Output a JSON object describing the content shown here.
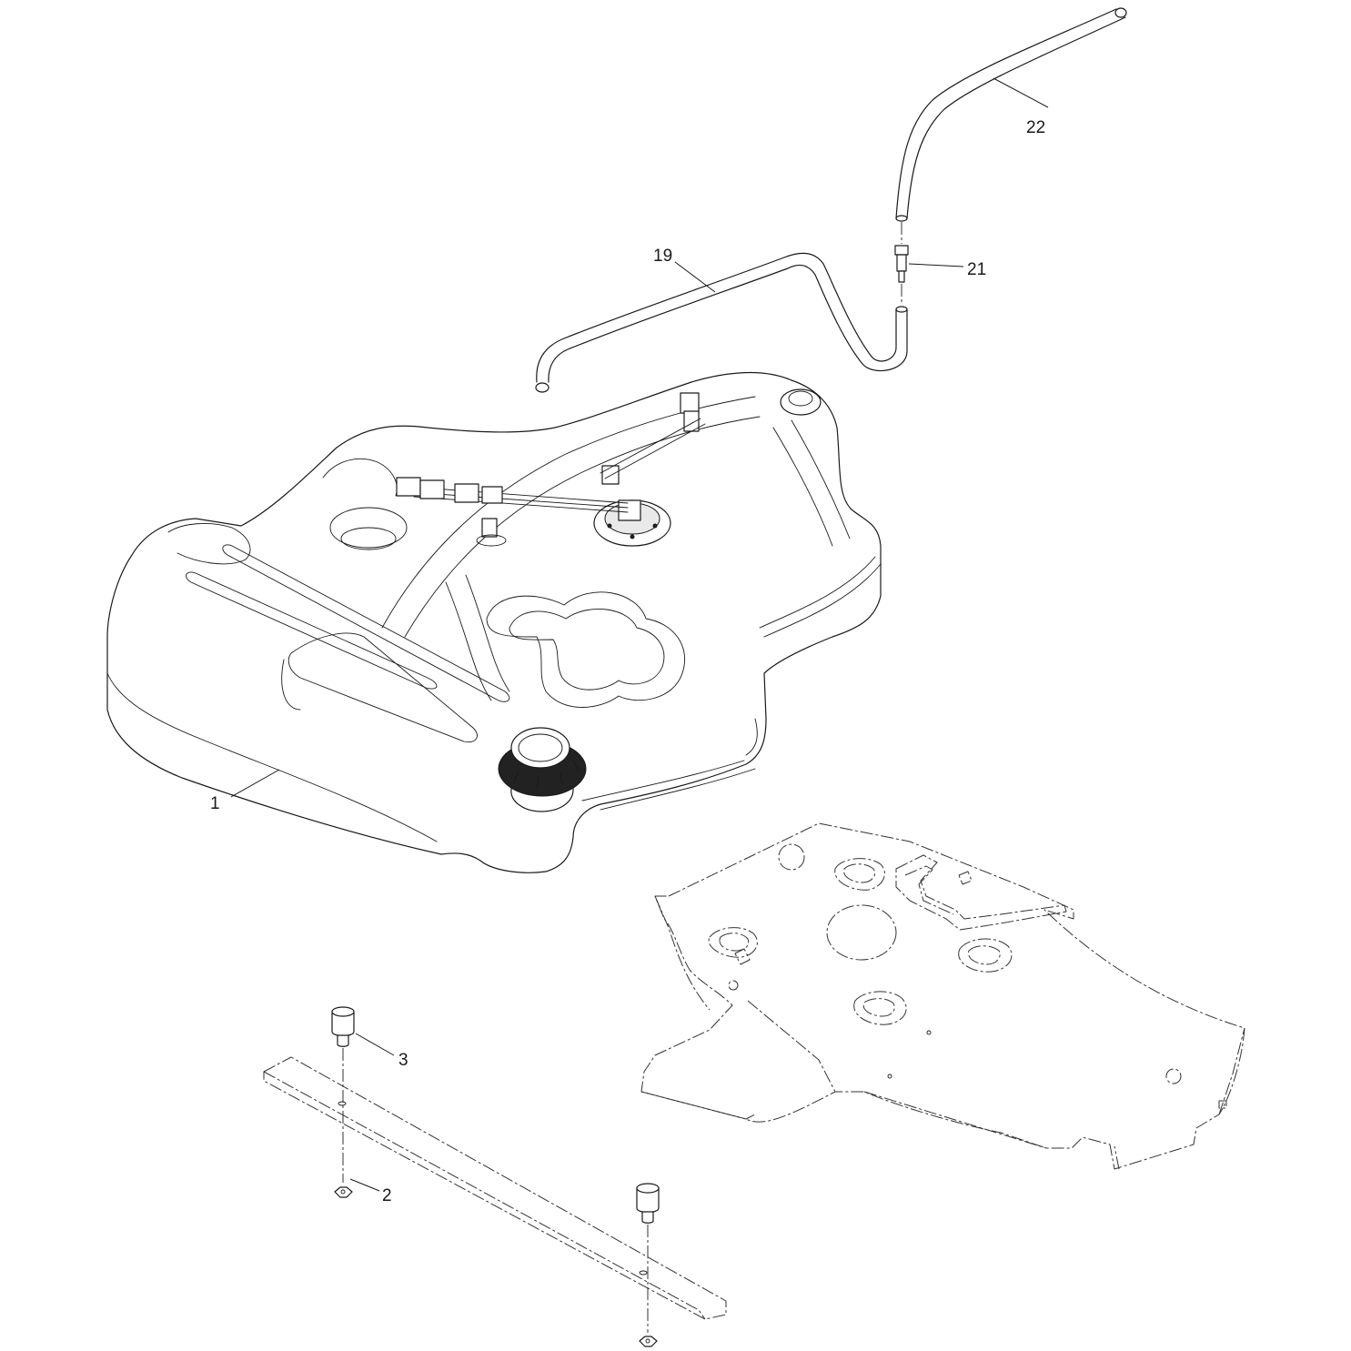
{
  "callouts": {
    "c1": "1",
    "c2": "2",
    "c3": "3",
    "c19": "19",
    "c21": "21",
    "c22": "22"
  },
  "colors": {
    "line": "#1a1a1a",
    "background": "#ffffff"
  }
}
